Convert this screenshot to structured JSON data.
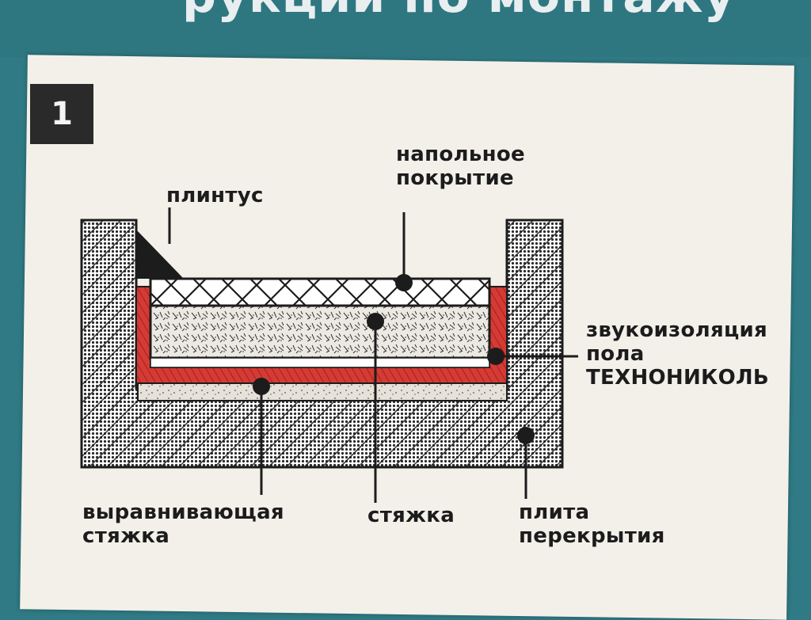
{
  "header": {
    "title": "рукции по монтажу"
  },
  "figure": {
    "number": "1",
    "labels": {
      "skirting": "плинтус",
      "floor_covering_1": "напольное",
      "floor_covering_2": "покрытие",
      "insulation_1": "звукоизоляция",
      "insulation_2": "пола",
      "insulation_3": "ТЕХНОНИКОЛЬ",
      "leveling_screed_1": "выравнивающая",
      "leveling_screed_2": "стяжка",
      "screed": "стяжка",
      "slab_1": "плита",
      "slab_2": "перекрытия"
    }
  },
  "colors": {
    "background": "#2f7a84",
    "paper": "#f3f0ea",
    "accent_red": "#d63a34",
    "ink": "#1c1c1c"
  }
}
